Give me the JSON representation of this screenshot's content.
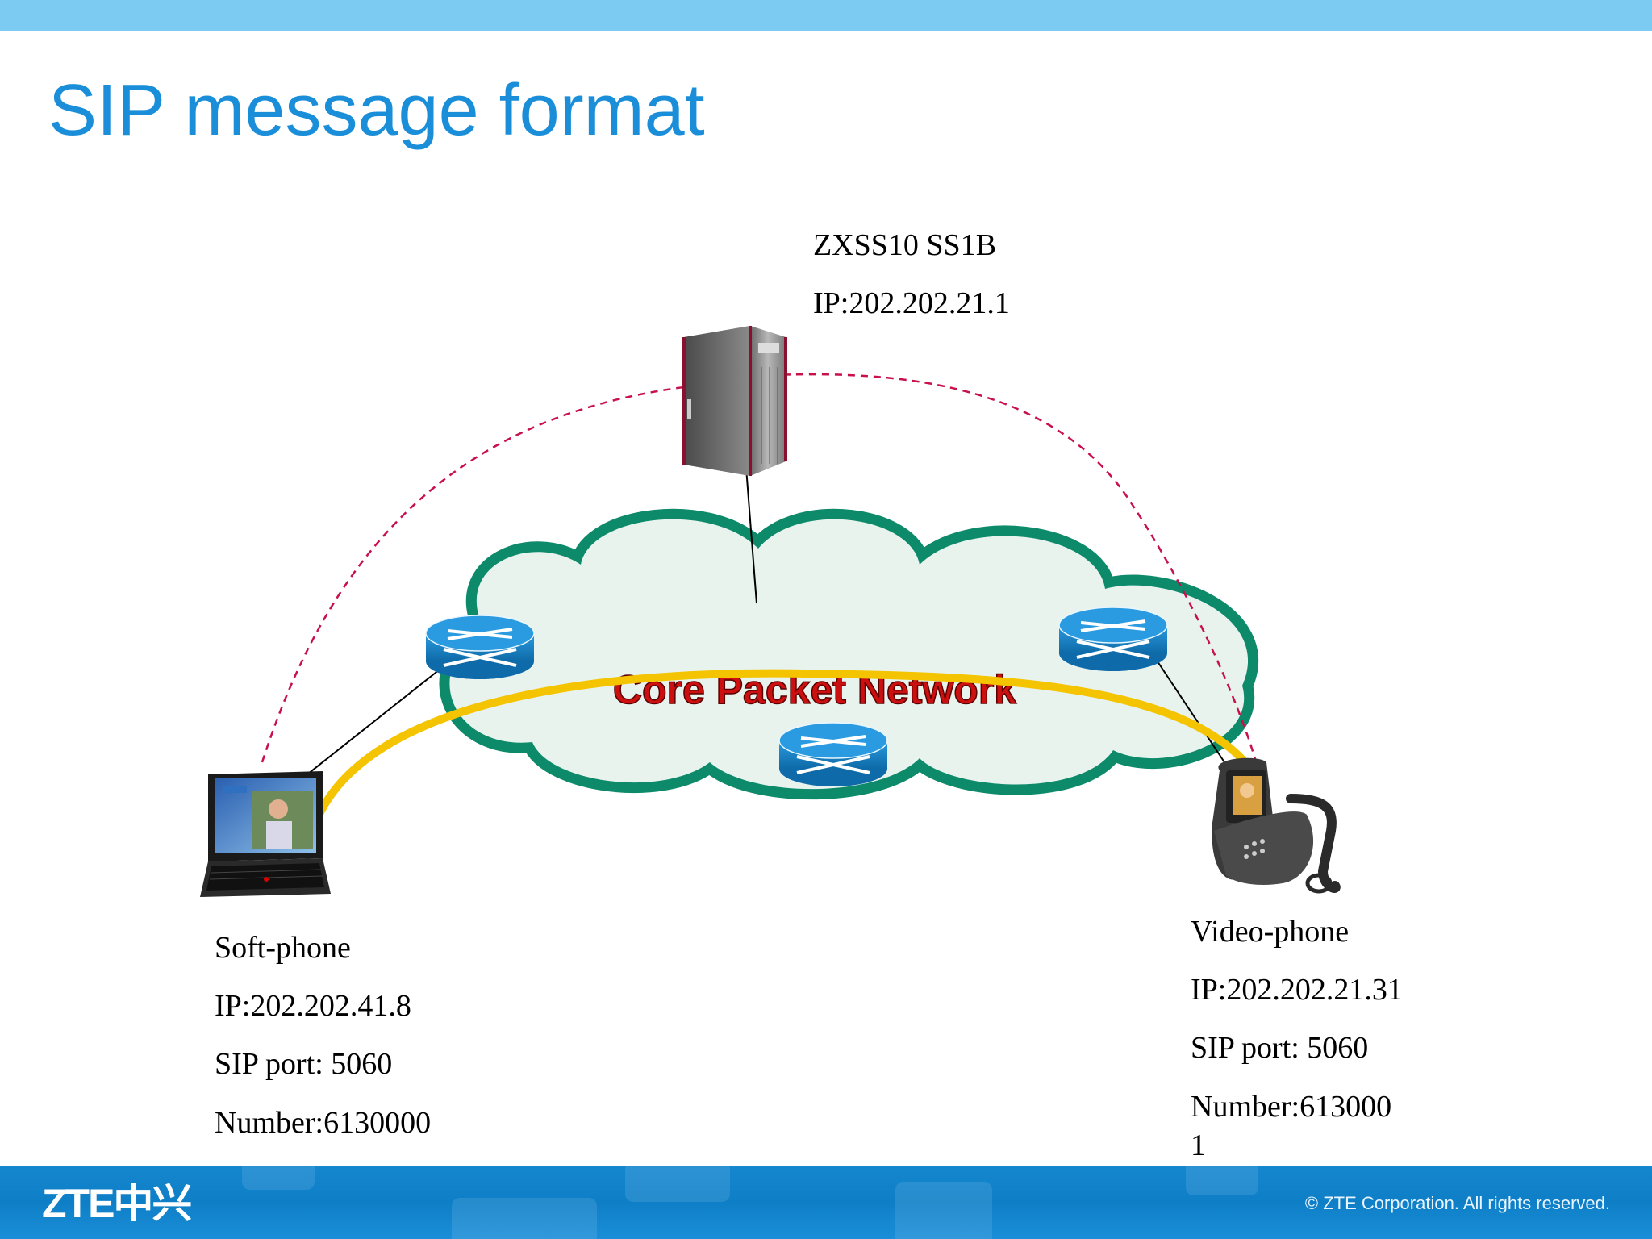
{
  "slide": {
    "title": "SIP message format"
  },
  "server": {
    "name": "ZXSS10 SS1B",
    "ip": "IP:202.202.21.1"
  },
  "network": {
    "label": "Core Packet Network"
  },
  "softphone": {
    "name": "Soft-phone",
    "ip": "IP:202.202.41.8",
    "port": "SIP port: 5060",
    "number": "Number:6130000"
  },
  "videophone": {
    "name": "Video-phone",
    "ip": "IP:202.202.21.31",
    "port": "SIP port: 5060",
    "number_line1": "Number:613000",
    "number_line2": "1"
  },
  "footer": {
    "logo": "ZTE中兴",
    "copyright": "© ZTE Corporation. All rights reserved."
  },
  "colors": {
    "title": "#1a8ed8",
    "top_bar": "#7ccbf2",
    "signal_path": "#c8104a",
    "media_path": "#f5c400",
    "network_text": "#cc1010",
    "cloud_fill": "#e8f3ee",
    "cloud_edge": "#0d8a6a",
    "router": "#1a7fc0"
  }
}
